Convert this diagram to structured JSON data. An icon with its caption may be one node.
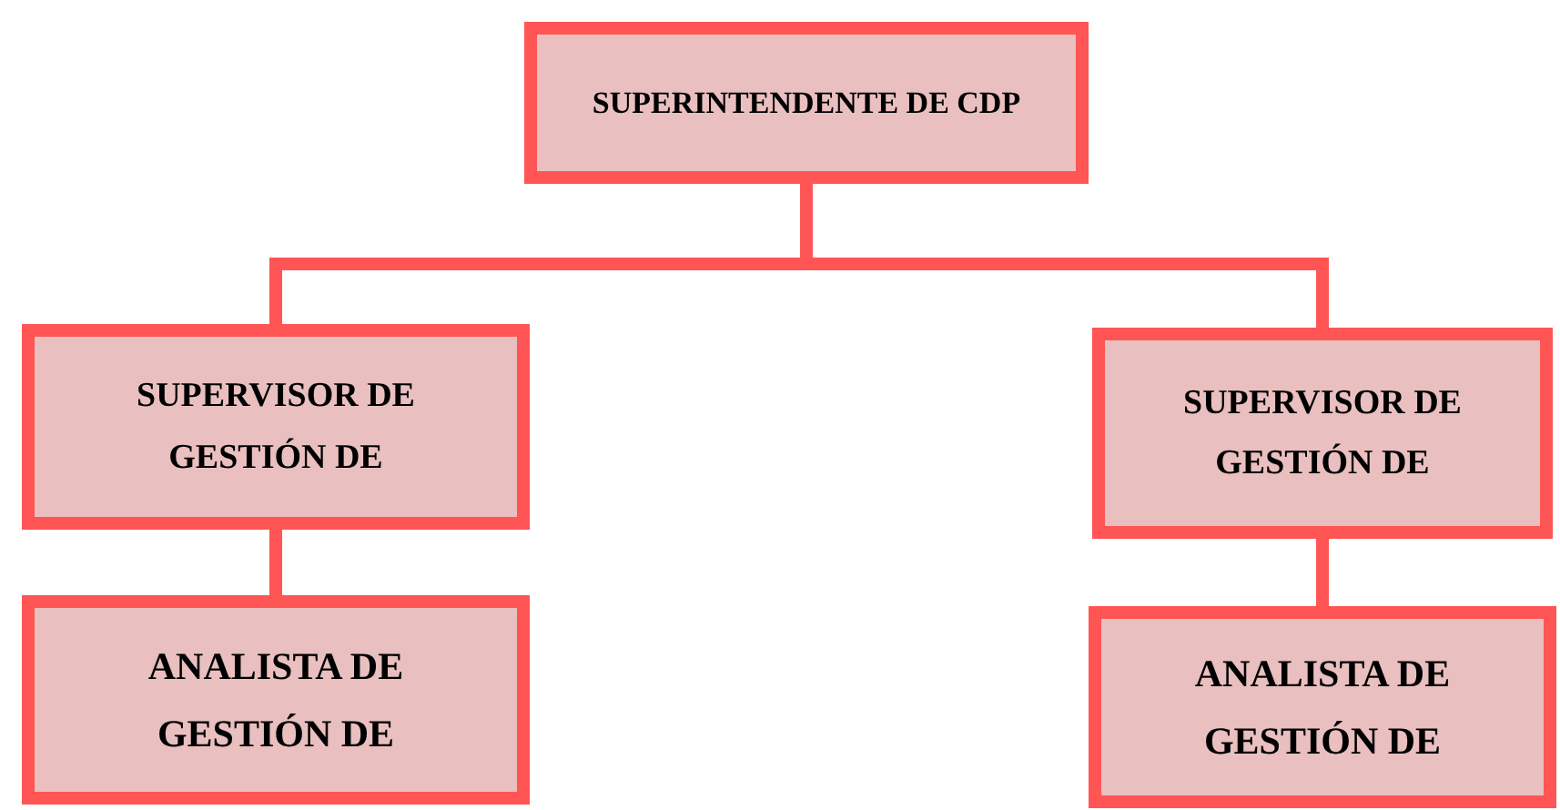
{
  "diagram": {
    "nodes": [
      {
        "text": [
          "SUPERINTENDENTE DE CDP"
        ]
      },
      {
        "text": [
          "SUPERVISOR DE GESTIÓN DE"
        ]
      },
      {
        "text": [
          "SUPERVISOR DE GESTIÓN DE"
        ]
      },
      {
        "text": [
          "ANALISTA DE GESTIÓN DE"
        ]
      },
      {
        "text": [
          "ANALISTA DE GESTIÓN DE"
        ]
      }
    ],
    "edges": [
      {
        "from": 0,
        "to": 1,
        "arrow": "none"
      },
      {
        "from": 0,
        "to": 2,
        "arrow": "none"
      },
      {
        "from": 1,
        "to": 3,
        "arrow": "none"
      },
      {
        "from": 2,
        "to": 4,
        "arrow": "none"
      }
    ]
  }
}
